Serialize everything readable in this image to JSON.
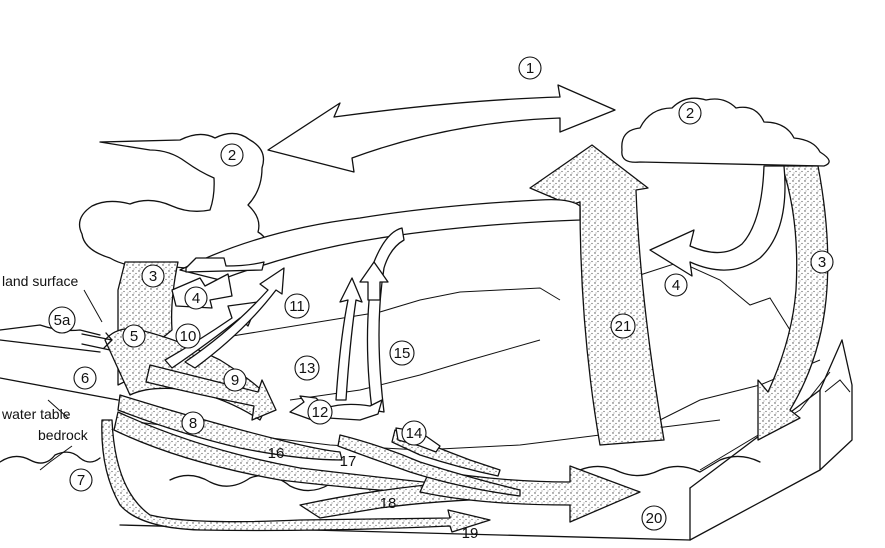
{
  "labels": {
    "land_surface": "land surface",
    "water_table": "water table",
    "bedrock": "bedrock"
  },
  "numbers": {
    "n1": "1",
    "n2_left": "2",
    "n2_right": "2",
    "n3_left": "3",
    "n3_right": "3",
    "n4_left": "4",
    "n4_right": "4",
    "n5": "5",
    "n5a": "5a",
    "n6": "6",
    "n7": "7",
    "n8": "8",
    "n9": "9",
    "n10": "10",
    "n11": "11",
    "n12": "12",
    "n13": "13",
    "n14": "14",
    "n15": "15",
    "n16": "16",
    "n17": "17",
    "n18": "18",
    "n19": "19",
    "n20": "20",
    "n21": "21"
  }
}
